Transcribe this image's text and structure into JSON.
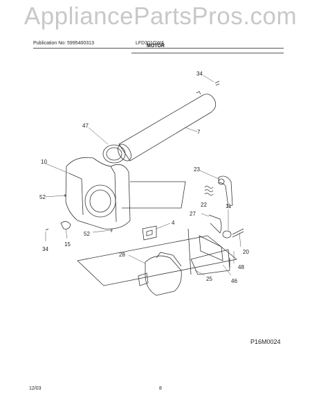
{
  "watermark": "AppliancePartsPros.com",
  "header": {
    "publication": "Publication No: 5995400313",
    "model": "LFD301GW4",
    "section": "MOTOR"
  },
  "callouts": {
    "c34_top": "34",
    "c47": "47",
    "c7": "7",
    "c10": "10",
    "c23": "23",
    "c52_left": "52",
    "c22": "22",
    "c27": "27",
    "c11": "11",
    "c4": "4",
    "c52_bottom": "52",
    "c34_bottom": "34",
    "c15": "15",
    "c20": "20",
    "c28": "28",
    "c48": "48",
    "c25": "25",
    "c46": "46"
  },
  "diagram_code": "P16M0024",
  "footer": {
    "date": "12/03",
    "page": "8"
  }
}
